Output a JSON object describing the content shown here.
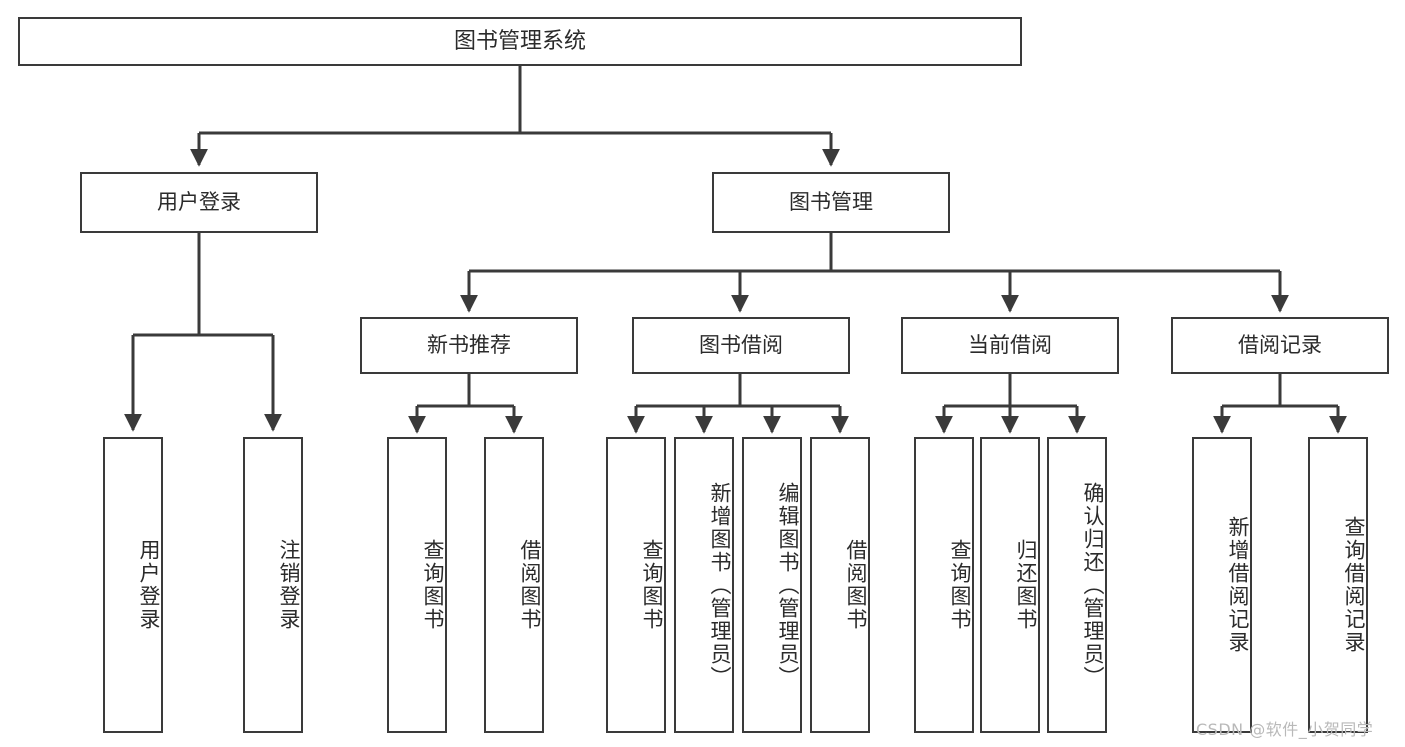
{
  "diagram": {
    "title": "图书管理系统",
    "type": "tree-hierarchy-chart",
    "watermark": "CSDN @软件_小贺同学",
    "colors": {
      "box_border": "#3a3a3a",
      "box_fill": "#ffffff",
      "connector": "#3a3a3a",
      "text": "#2b2b2b",
      "watermark": "#b9b9b9",
      "background": "#ffffff"
    },
    "nodes": {
      "root": {
        "label": "图书管理系统"
      },
      "level2": [
        {
          "id": "user-login",
          "label": "用户登录"
        },
        {
          "id": "book-manage",
          "label": "图书管理"
        }
      ],
      "level3": [
        {
          "id": "new-book-recommend",
          "label": "新书推荐"
        },
        {
          "id": "book-borrow",
          "label": "图书借阅"
        },
        {
          "id": "current-borrow",
          "label": "当前借阅"
        },
        {
          "id": "borrow-record",
          "label": "借阅记录"
        }
      ],
      "leaves": {
        "user-login": [
          {
            "id": "leaf-user-login",
            "label": "用户登录"
          },
          {
            "id": "leaf-logout-login",
            "label": "注销登录"
          }
        ],
        "new-book-recommend": [
          {
            "id": "leaf-query-book-1",
            "label": "查询图书"
          },
          {
            "id": "leaf-borrow-book-1",
            "label": "借阅图书"
          }
        ],
        "book-borrow": [
          {
            "id": "leaf-query-book-2",
            "label": "查询图书"
          },
          {
            "id": "leaf-add-book",
            "label": "新增图书（管理员）"
          },
          {
            "id": "leaf-edit-book",
            "label": "编辑图书（管理员）"
          },
          {
            "id": "leaf-borrow-book-2",
            "label": "借阅图书"
          }
        ],
        "current-borrow": [
          {
            "id": "leaf-query-book-3",
            "label": "查询图书"
          },
          {
            "id": "leaf-return-book",
            "label": "归还图书"
          },
          {
            "id": "leaf-confirm-return",
            "label": "确认归还（管理员）"
          }
        ],
        "borrow-record": [
          {
            "id": "leaf-add-record",
            "label": "新增借阅记录"
          },
          {
            "id": "leaf-query-record",
            "label": "查询借阅记录"
          }
        ]
      }
    }
  }
}
